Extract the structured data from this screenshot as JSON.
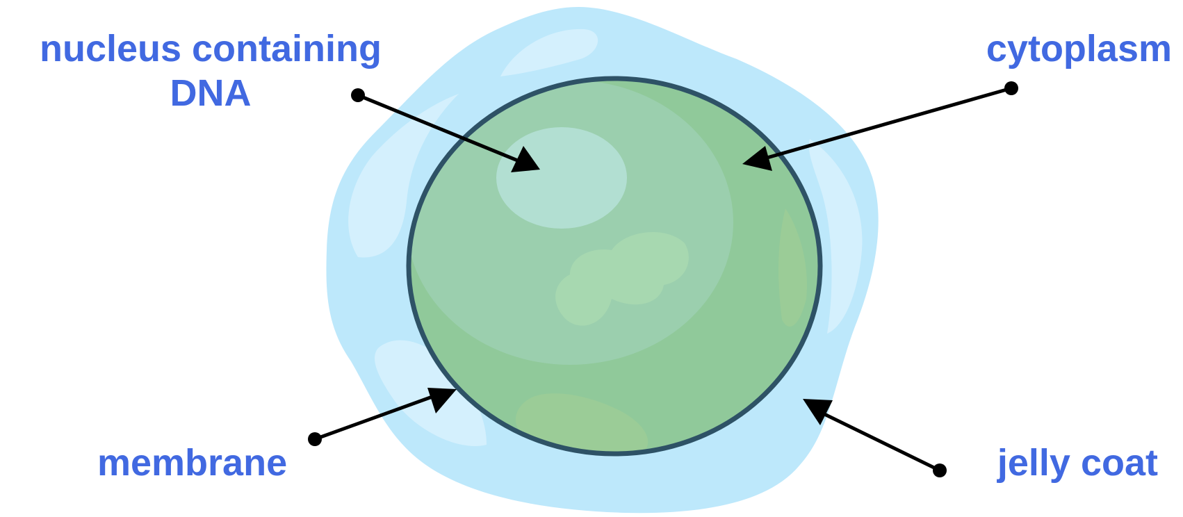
{
  "labels": {
    "nucleus_line1": "nucleus containing",
    "nucleus_line2": "DNA",
    "cytoplasm": "cytoplasm",
    "membrane": "membrane",
    "jelly_coat": "jelly coat"
  },
  "colors": {
    "label_text": "#4169e1",
    "jelly_coat": "#bde8fb",
    "jelly_coat_highlight": "#d4f0fd",
    "cytoplasm": "#90c99a",
    "cytoplasm_highlight": "#a6d7b0",
    "nucleus": "#b5e0d6",
    "membrane": "#2e5266",
    "arrow": "#000000"
  }
}
